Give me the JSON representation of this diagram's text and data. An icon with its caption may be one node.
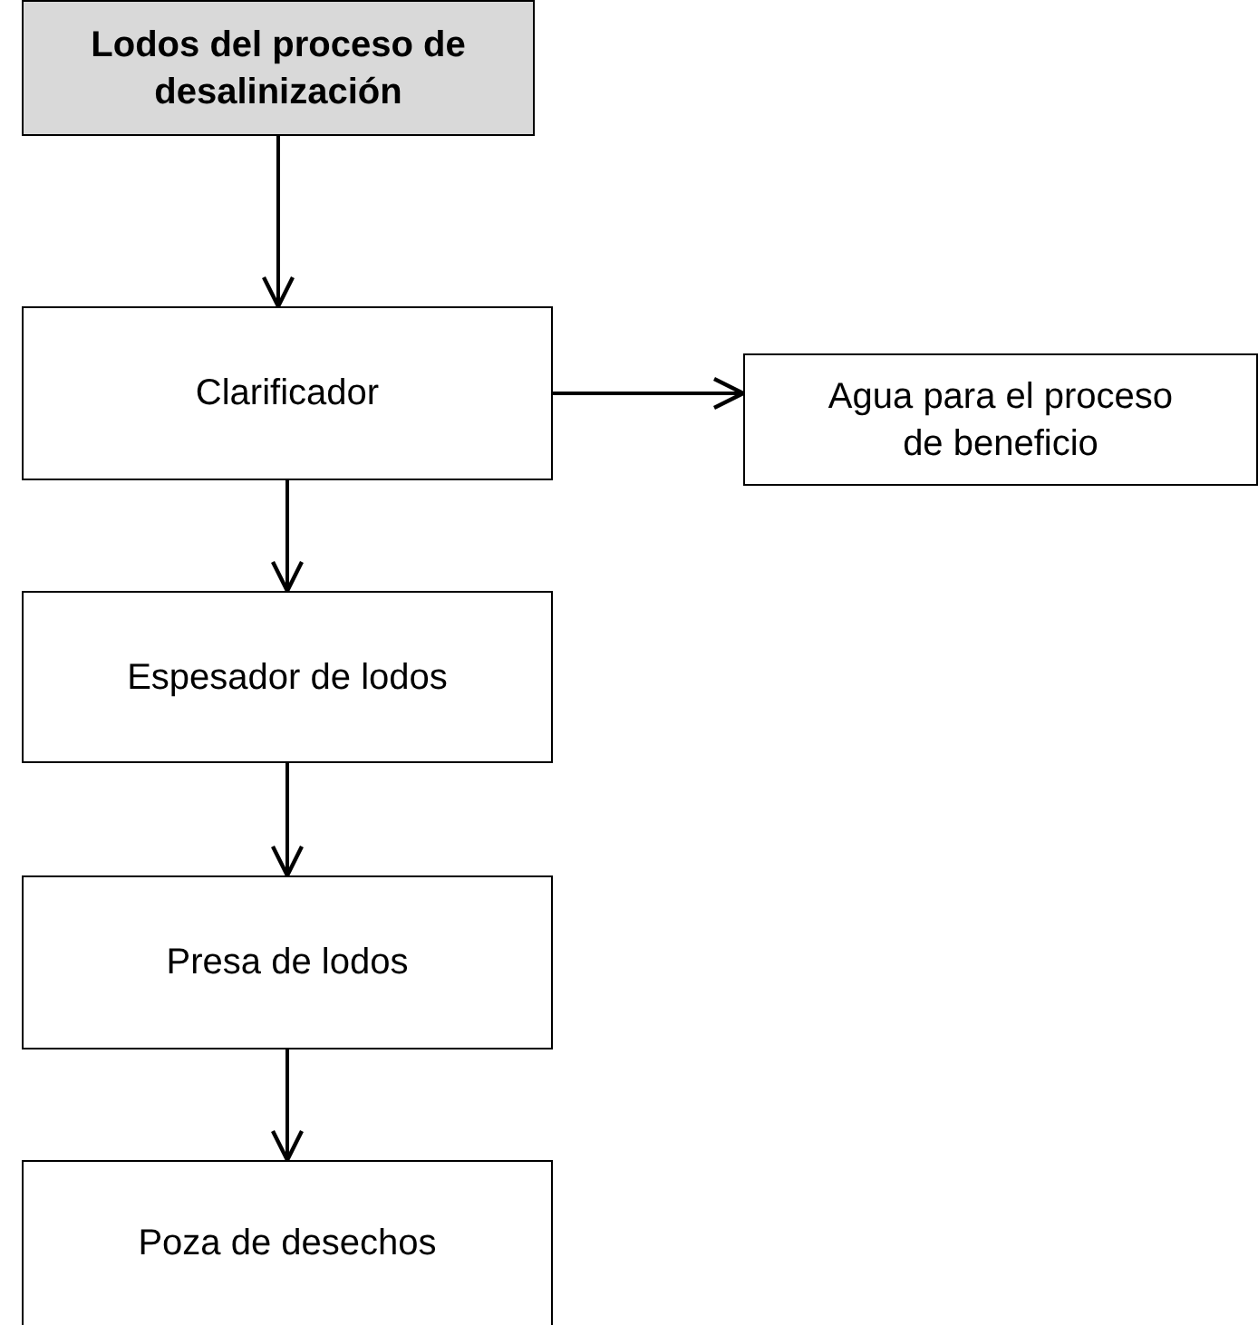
{
  "diagram": {
    "nodes": [
      {
        "text": [
          "Lodos del proceso de desalinización"
        ]
      },
      {
        "text": [
          "Clarificador"
        ]
      },
      {
        "text": [
          "Agua para el proceso de beneficio"
        ]
      },
      {
        "text": [
          "Espesador de lodos"
        ]
      },
      {
        "text": [
          "Presa de lodos"
        ]
      },
      {
        "text": [
          "Poza de desechos"
        ]
      }
    ],
    "edges": [
      {
        "from": 0,
        "to": 1,
        "arrow": "to"
      },
      {
        "from": 1,
        "to": 2,
        "arrow": "to"
      },
      {
        "from": 1,
        "to": 3,
        "arrow": "to"
      },
      {
        "from": 3,
        "to": 4,
        "arrow": "to"
      },
      {
        "from": 4,
        "to": 5,
        "arrow": "to"
      }
    ]
  }
}
